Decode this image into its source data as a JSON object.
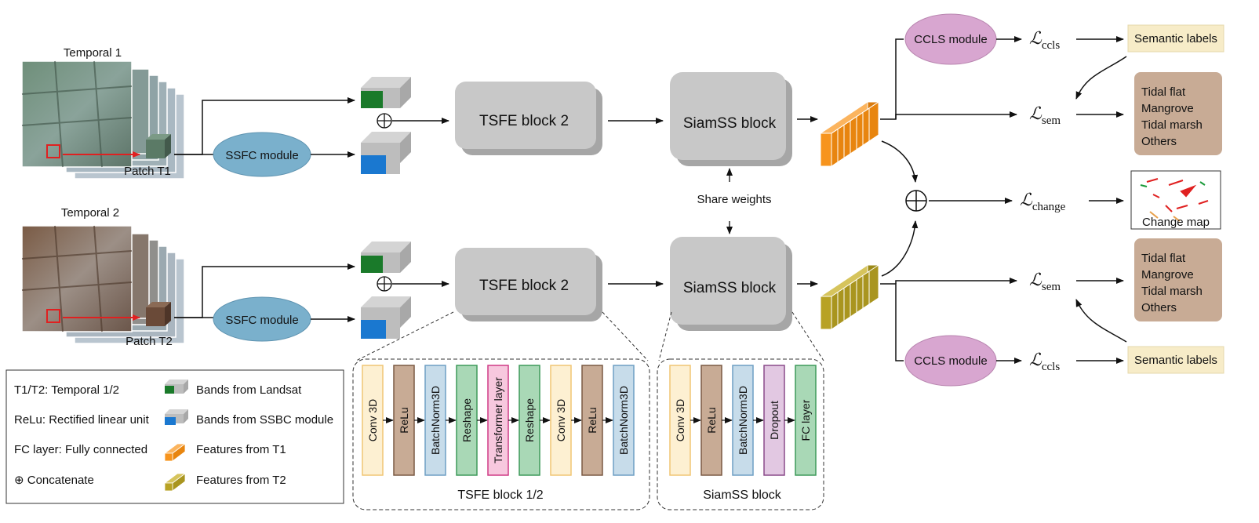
{
  "inputs": {
    "t1_title": "Temporal 1",
    "t2_title": "Temporal 2",
    "patch_t1": "Patch T1",
    "patch_t2": "Patch T2"
  },
  "modules": {
    "ssfc": "SSFC module",
    "tsfe": "TSFE block 2",
    "siamss": "SiamSS block",
    "share_weights": "Share weights",
    "ccls": "CCLS module"
  },
  "losses": {
    "script": "ℒ",
    "ccls_sub": "ccls",
    "sem_sub": "sem",
    "change_sub": "change"
  },
  "outputs": {
    "semantic_labels": "Semantic labels",
    "classes": [
      "Tidal flat",
      "Mangrove",
      "Tidal marsh",
      "Others"
    ],
    "change_map": "Change map"
  },
  "legend": {
    "left": [
      "T1/T2: Temporal 1/2",
      "ReLu: Rectified linear unit",
      "FC layer: Fully connected",
      "⊕ Concatenate"
    ],
    "right": [
      "Bands from Landsat",
      "Bands from SSBC module",
      "Features from T1",
      "Features from T2"
    ]
  },
  "tsfe_detail": {
    "title": "TSFE block 1/2",
    "layers": [
      "Conv 3D",
      "ReLu",
      "BatchNorm3D",
      "Reshape",
      "Transformer layer",
      "Reshape",
      "Conv 3D",
      "ReLu",
      "BatchNorm3D"
    ]
  },
  "siamss_detail": {
    "title": "SiamSS block",
    "layers": [
      "Conv 3D",
      "ReLu",
      "BatchNorm3D",
      "Dropout",
      "FC layer"
    ]
  },
  "colors": {
    "landsat": "#1a7a2a",
    "ssbc": "#1a78d0",
    "feat_t1": "#f7941d",
    "feat_t2": "#b8a224",
    "ssfc": "#7ab0cc",
    "ccls": "#d8a6d0",
    "block": "#c8c8c8",
    "label_box": "#f7ecc8",
    "class_box": "#c8ab95",
    "arrow_red": "#e02020"
  }
}
